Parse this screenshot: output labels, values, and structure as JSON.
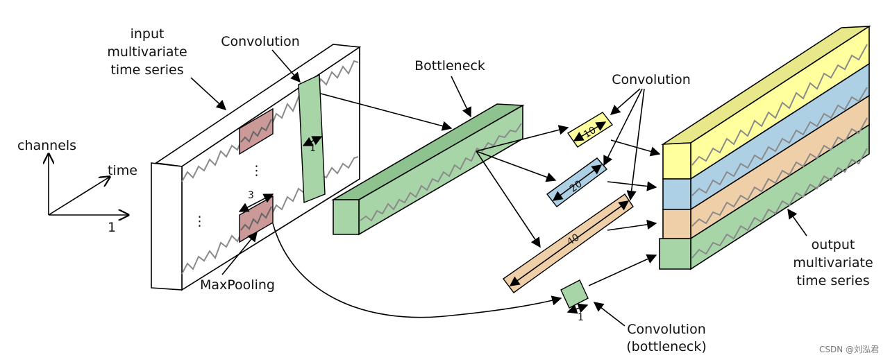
{
  "labels": {
    "input": [
      "input",
      "multivariate",
      "time series"
    ],
    "convolution_top": "Convolution",
    "bottleneck": "Bottleneck",
    "convolution_right": "Convolution",
    "maxpooling": "MaxPooling",
    "conv_bottleneck": [
      "Convolution",
      "(bottleneck)"
    ],
    "output": [
      "output",
      "multivariate",
      "time series"
    ],
    "axis_channels": "channels",
    "axis_time": "time",
    "axis_one": "1",
    "kernel_1": "1",
    "kernel_3": "3",
    "kernel_10": "10",
    "kernel_20": "20",
    "kernel_40": "40",
    "kernel_1_bottom": "1",
    "dots": "⋮"
  },
  "watermark": "CSDN @刘泓君",
  "colors": {
    "green": "#a8d5a8",
    "green_dark": "#8ec28e",
    "pink": "#cc9999",
    "yellow": "#ffff9e",
    "yellow_dark": "#e8e88a",
    "blue": "#aed0e4",
    "blue_dark": "#94bcd4",
    "tan": "#efcfa8",
    "tan_dark": "#dcbb92",
    "edge": "#000000",
    "wave": "#8a8a8a"
  }
}
